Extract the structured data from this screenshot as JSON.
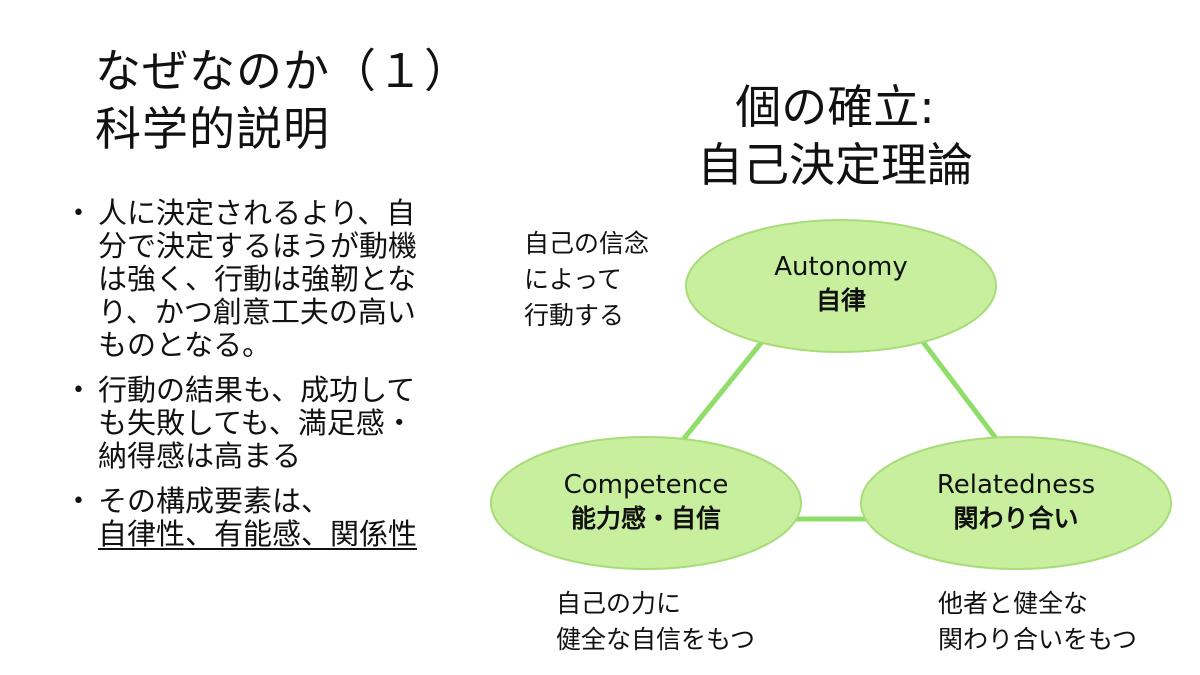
{
  "title": {
    "line1": "なぜなのか（１）",
    "line2": "科学的説明"
  },
  "subtitle": {
    "line1": "個の確立:",
    "line2": "自己決定理論"
  },
  "bullets": [
    {
      "lines": [
        "人に決定されるより、自",
        "分で決定するほうが動機",
        "は強く、行動は強靭とな",
        "り、かつ創意工夫の高い",
        "ものとなる。"
      ]
    },
    {
      "lines": [
        "行動の結果も、成功して",
        "も失敗しても、満足感・",
        "納得感は高まる"
      ]
    },
    {
      "lines": [
        "その構成要素は、"
      ],
      "underlined": "自律性、有能感、関係性"
    }
  ],
  "nodes": {
    "autonomy": {
      "en": "Autonomy",
      "ja": "自律"
    },
    "competence": {
      "en": "Competence",
      "ja": "能力感・自信"
    },
    "relatedness": {
      "en": "Relatedness",
      "ja": "関わり合い"
    }
  },
  "notes": {
    "autonomy": [
      "自己の信念",
      "によって",
      "行動する"
    ],
    "competence": [
      "自己の力に",
      "健全な自信をもつ"
    ],
    "relatedness": [
      "他者と健全な",
      "関わり合いをもつ"
    ]
  },
  "colors": {
    "ellipse_fill": "#c8ef9e",
    "ellipse_stroke": "#a8dc78",
    "connector": "#8fde6a"
  }
}
